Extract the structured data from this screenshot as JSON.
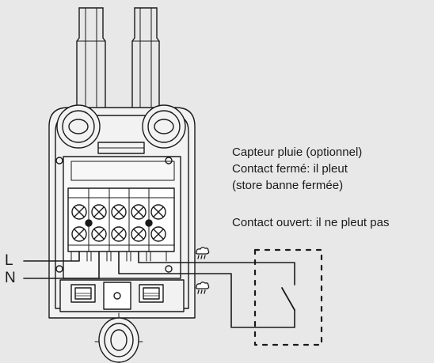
{
  "labels": {
    "line": "L",
    "neutral": "N"
  },
  "annotation": {
    "line1": "Capteur pluie (optionnel)",
    "line2": "Contact fermé: il pleut",
    "line3": "(store banne fermée)",
    "line4": "Contact ouvert: il ne pleut pas"
  },
  "icons": [
    "rain-cloud-icon",
    "rain-cloud-icon"
  ],
  "colors": {
    "background": "#e8e8e8",
    "stroke": "#1a1a1a",
    "device_fill": "#f2f2f2"
  }
}
